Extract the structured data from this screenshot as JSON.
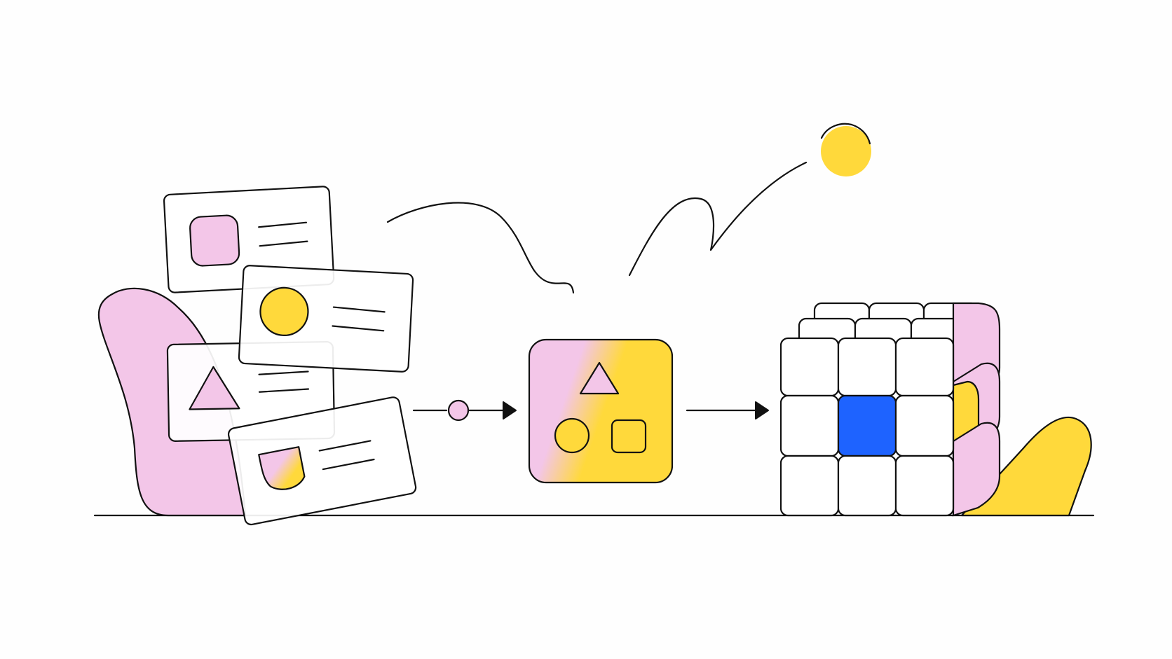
{
  "palette": {
    "pink": "#f3c6e8",
    "yellow": "#ffd93b",
    "blue": "#1e63ff",
    "ink": "#111111",
    "background": "#fefefe"
  },
  "scene": {
    "left_group": {
      "cards": [
        {
          "icon": "square-icon",
          "icon_color": "pink"
        },
        {
          "icon": "circle-icon",
          "icon_color": "yellow"
        },
        {
          "icon": "triangle-icon",
          "icon_color": "pink"
        },
        {
          "icon": "shield-icon",
          "icon_color": "gradient"
        }
      ],
      "backdrop": "pink-blob"
    },
    "connector_1": {
      "icon": "arrow-right-icon",
      "node": "circle-icon",
      "node_color": "pink"
    },
    "center_tile": {
      "icons": [
        "triangle-icon",
        "circle-icon",
        "square-icon"
      ],
      "fill": "pink-to-yellow-gradient"
    },
    "connector_2": {
      "icon": "arrow-right-icon"
    },
    "right_group": {
      "object": "cube-icon",
      "highlighted_cell_color": "blue",
      "side_colors": [
        "pink",
        "yellow"
      ],
      "backdrop": "yellow-blob"
    },
    "ball": {
      "icon": "ball-icon",
      "color": "yellow"
    }
  }
}
